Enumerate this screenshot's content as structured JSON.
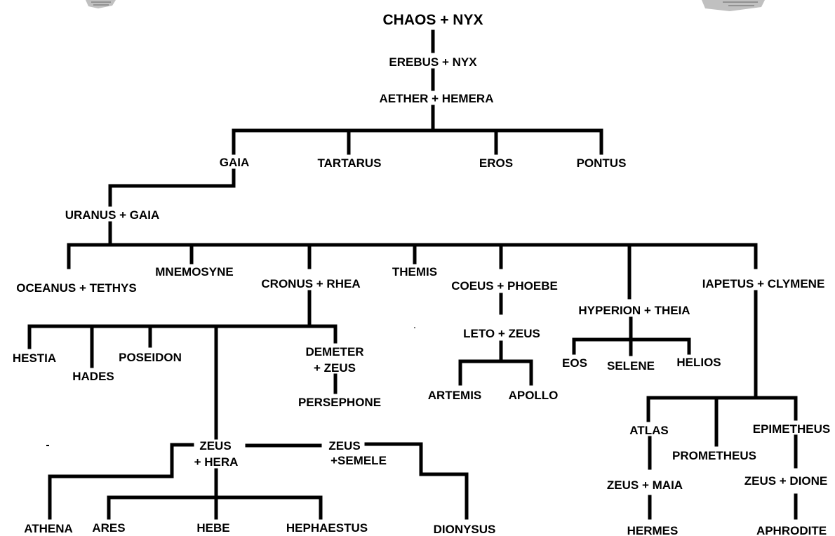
{
  "diagram": {
    "type": "family-tree",
    "line_color": "#000000",
    "text_color": "#000000",
    "background": "#ffffff",
    "nodes": {
      "chaos_nyx": "CHAOS + NYX",
      "erebus_nyx": "EREBUS + NYX",
      "aether_hemera": "AETHER + HEMERA",
      "gaia": "GAIA",
      "tartarus": "TARTARUS",
      "eros": "EROS",
      "pontus": "PONTUS",
      "uranus_gaia": "URANUS + GAIA",
      "oceanus_tethys": "OCEANUS + TETHYS",
      "mnemosyne": "MNEMOSYNE",
      "cronus_rhea": "CRONUS + RHEA",
      "themis": "THEMIS",
      "coeus_phoebe": "COEUS + PHOEBE",
      "hyperion_theia": "HYPERION + THEIA",
      "iapetus_clymene": "IAPETUS + CLYMENE",
      "hestia": "HESTIA",
      "hades": "HADES",
      "poseidon": "POSEIDON",
      "demeter_zeus_1": "DEMETER",
      "demeter_zeus_2": "+ ZEUS",
      "persephone": "PERSEPHONE",
      "leto_zeus": "LETO + ZEUS",
      "artemis": "ARTEMIS",
      "apollo": "APOLLO",
      "eos": "EOS",
      "selene": "SELENE",
      "helios": "HELIOS",
      "atlas": "ATLAS",
      "prometheus": "PROMETHEUS",
      "epimetheus": "EPIMETHEUS",
      "zeus_maia": "ZEUS + MAIA",
      "zeus_dione": "ZEUS + DIONE",
      "hermes": "HERMES",
      "aphrodite": "APHRODITE",
      "zeus_hera_1": "ZEUS",
      "zeus_hera_2": "+ HERA",
      "zeus_semele_1": "ZEUS",
      "zeus_semele_2": "+SEMELE",
      "athena": "ATHENA",
      "ares": "ARES",
      "hebe": "HEBE",
      "hephaestus": "HEPHAESTUS",
      "dionysus": "DIONYSUS"
    }
  }
}
